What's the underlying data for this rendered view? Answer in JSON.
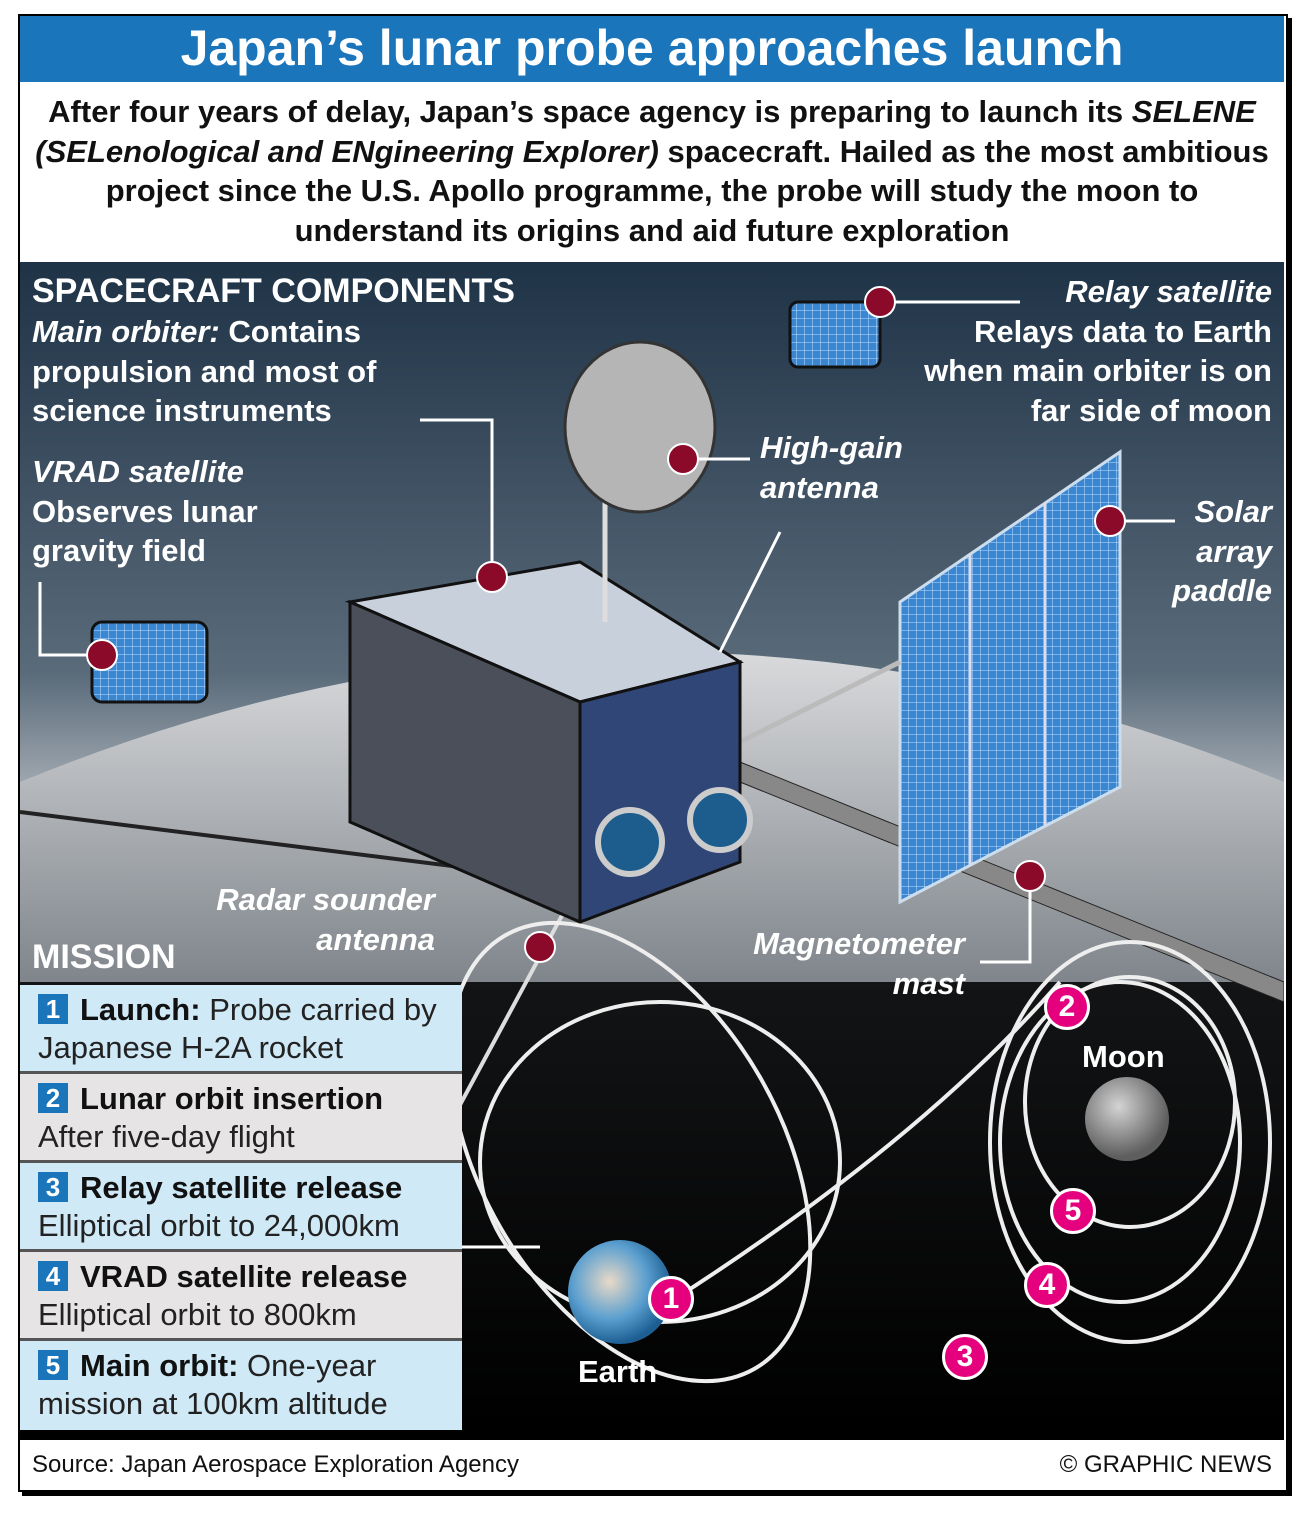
{
  "title": "Japan’s lunar probe approaches launch",
  "intro": {
    "part1": "After four years of delay, Japan’s space agency is preparing to launch its",
    "italic": "SELENE (SELenological and ENgineering Explorer)",
    "part2": "spacecraft. Hailed as the most ambitious project since the U.S. Apollo programme, the probe will study the moon to understand its origins and aid future exploration"
  },
  "components": {
    "heading": "SPACECRAFT COMPONENTS",
    "main_orbiter": {
      "name": "Main orbiter:",
      "desc": "Contains propulsion and most of science instruments"
    },
    "vrad": {
      "name": "VRAD satellite",
      "desc": "Observes lunar gravity field"
    },
    "relay": {
      "name": "Relay satellite",
      "desc": "Relays data to Earth when main orbiter is on far side of moon"
    },
    "high_gain": "High-gain antenna",
    "solar": "Solar array paddle",
    "radar": "Radar sounder antenna",
    "magnetometer": "Magnetometer mast"
  },
  "mission": {
    "heading": "MISSION",
    "steps": [
      {
        "num": "1",
        "title": "Launch:",
        "desc": "Probe carried by Japanese H-2A rocket"
      },
      {
        "num": "2",
        "title": "Lunar orbit insertion",
        "desc": "After five-day flight"
      },
      {
        "num": "3",
        "title": "Relay satellite release",
        "desc": "Elliptical orbit to 24,000km"
      },
      {
        "num": "4",
        "title": "VRAD satellite release",
        "desc": "Elliptical orbit to 800km"
      },
      {
        "num": "5",
        "title": "Main orbit:",
        "desc": "One-year mission at 100km altitude"
      }
    ]
  },
  "diagram": {
    "earth": "Earth",
    "moon": "Moon",
    "pins": [
      "1",
      "2",
      "3",
      "4",
      "5"
    ]
  },
  "footer": {
    "source": "Source: Japan Aerospace Exploration Agency",
    "credit": "© GRAPHIC NEWS"
  },
  "colors": {
    "title_bg": "#1b75bb",
    "pin": "#e5007e",
    "leader_dot": "#8b0a2a",
    "table_blue": "#cfe9f6",
    "table_grey": "#e6e4e4"
  }
}
